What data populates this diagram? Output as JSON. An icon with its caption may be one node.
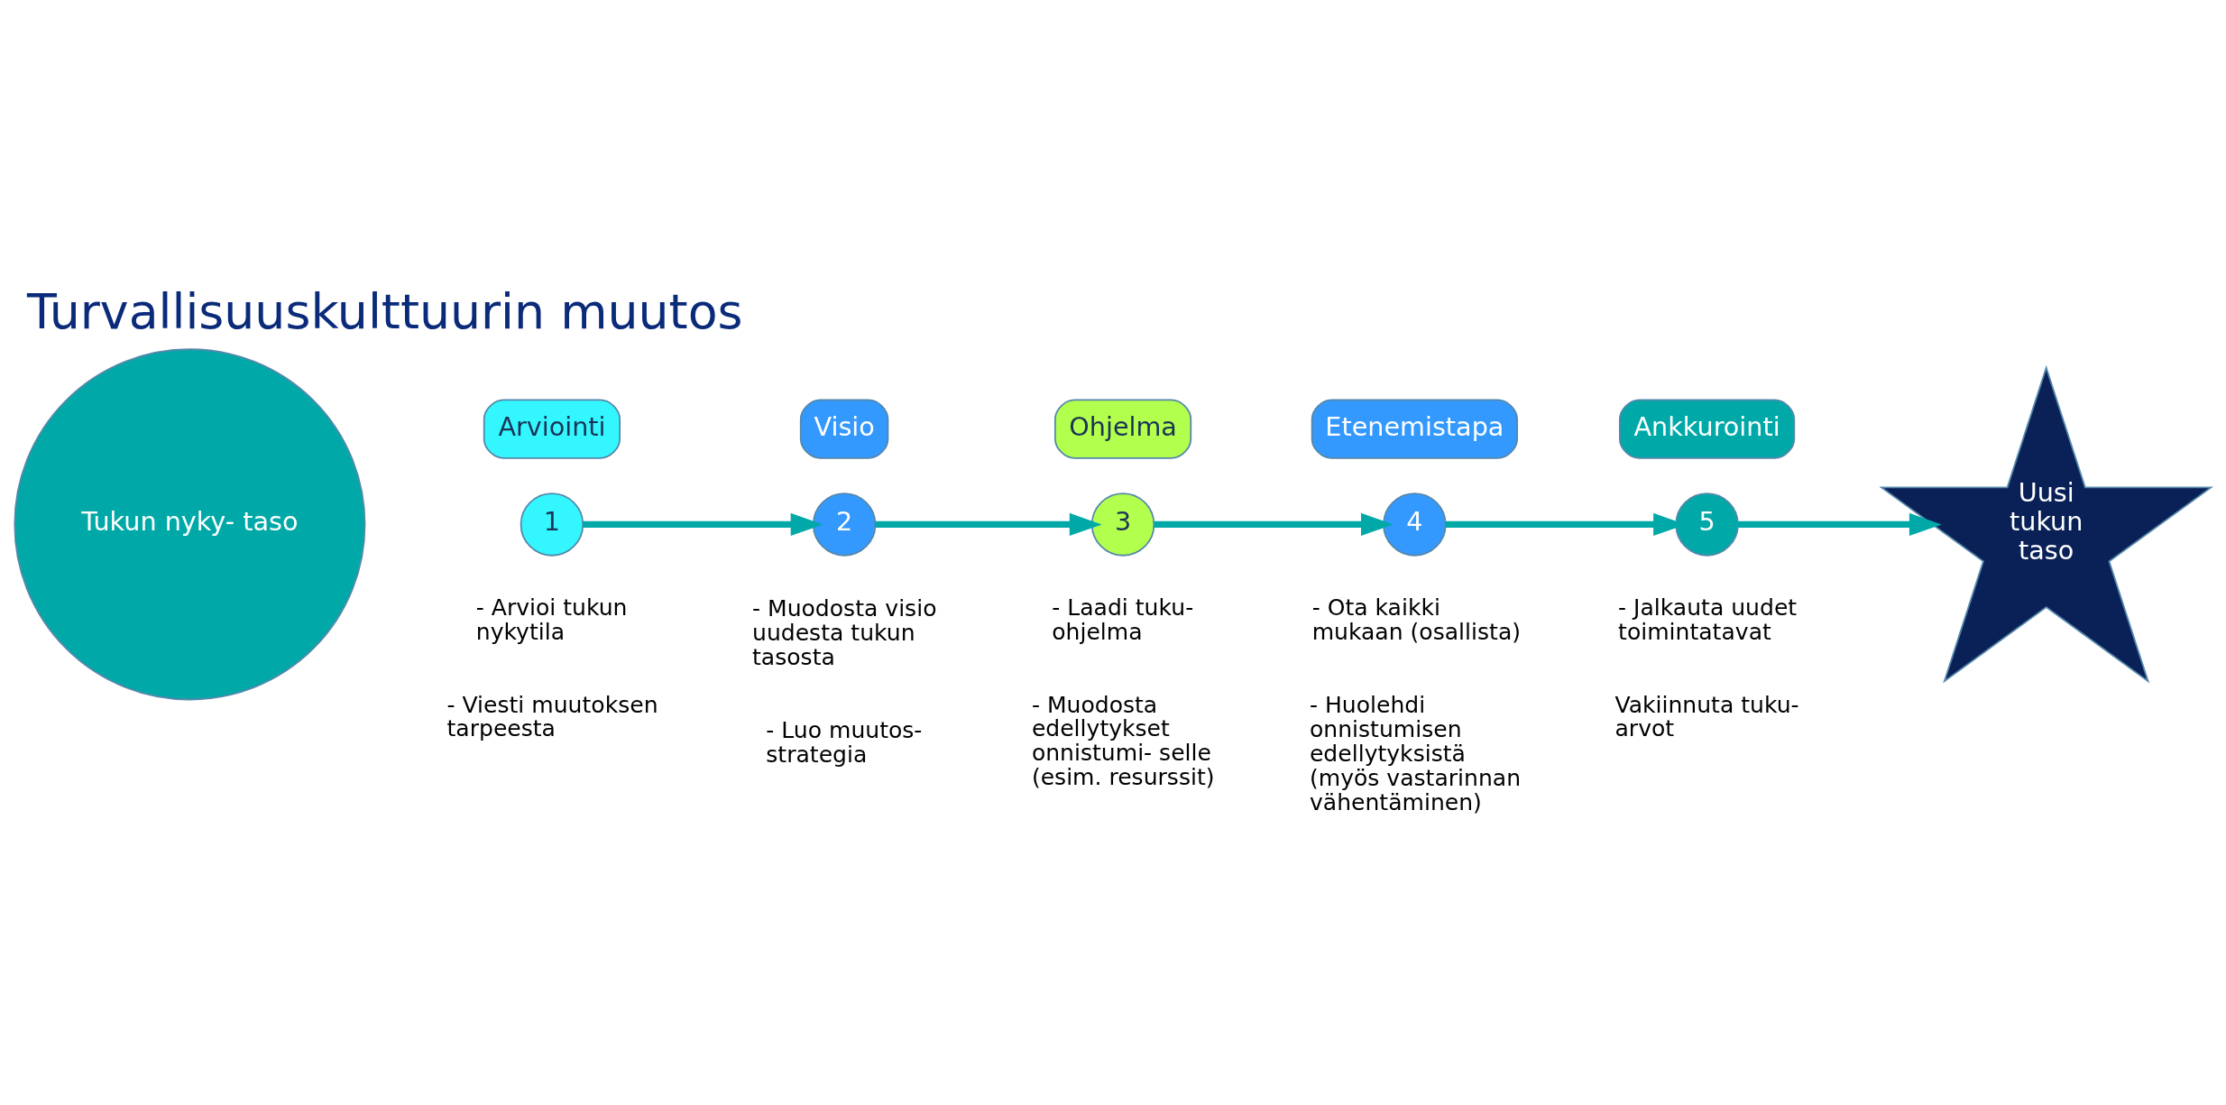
{
  "diagram": {
    "title": "Turvallisuuskulttuurin muutos",
    "nodes": [
      {
        "text": [
          "Tukun nyky- taso"
        ]
      },
      {
        "text": [
          "1"
        ],
        "beside": [
          "- Arvioi tukun nykytila",
          "- Viesti muutoksen tarpeesta"
        ]
      },
      {
        "text": [
          "2"
        ],
        "beside": [
          "- Muodosta visio uudesta tukun tasosta",
          "- Luo muutos- strategia"
        ]
      },
      {
        "text": [
          "3"
        ],
        "beside": [
          "- Laadi tuku- ohjelma",
          "- Muodosta edellytykset onnistumi- selle (esim. resurssit)"
        ]
      },
      {
        "text": [
          "4"
        ],
        "beside": [
          "- Ota kaikki mukaan (osallista)",
          "- Huolehdi onnistumisen edellytyksistä (myös vastarinnan vähentäminen)"
        ]
      },
      {
        "text": [
          "5"
        ],
        "beside": [
          "- Jalkauta uudet toimintatavat",
          "Vakiinnuta tuku- arvot"
        ]
      },
      {
        "text": [
          "Arviointi"
        ]
      },
      {
        "text": [
          "Visio"
        ]
      },
      {
        "text": [
          "Ohjelma"
        ]
      },
      {
        "text": [
          "Etenemistapa"
        ]
      },
      {
        "text": [
          "Ankkurointi"
        ]
      },
      {
        "text": [
          "Uusi tukun taso"
        ]
      }
    ],
    "edges": [
      {
        "from": 1,
        "to": 2,
        "arrow": "to"
      },
      {
        "from": 2,
        "to": 3,
        "arrow": "to"
      },
      {
        "from": 3,
        "to": 4,
        "arrow": "to"
      },
      {
        "from": 4,
        "to": 5,
        "arrow": "to"
      },
      {
        "from": 5,
        "to": 11,
        "arrow": "to"
      }
    ]
  }
}
